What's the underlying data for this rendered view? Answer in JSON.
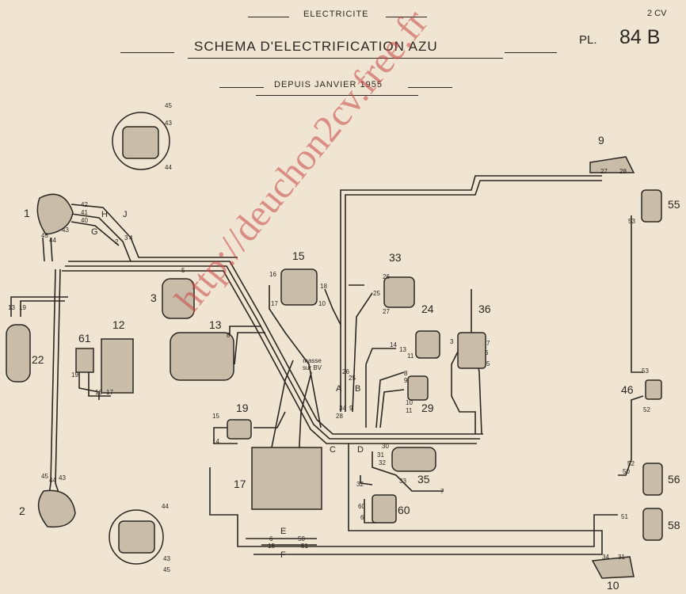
{
  "header": {
    "section": "ELECTRICITE",
    "title": "SCHEMA D'ELECTRIFICATION AZU",
    "subtitle": "DEPUIS JANVIER 1955",
    "model": "2 CV",
    "plate_prefix": "PL.",
    "plate_number": "84 B"
  },
  "components": [
    "1",
    "2",
    "3",
    "9",
    "10",
    "12",
    "13",
    "15",
    "17",
    "19",
    "22",
    "24",
    "29",
    "33",
    "35",
    "36",
    "46",
    "55",
    "56",
    "58",
    "60",
    "61"
  ],
  "connectors": [
    "A",
    "B",
    "C",
    "D",
    "E",
    "F",
    "G",
    "H",
    "J"
  ],
  "masse_label": "masse\nsur BV",
  "wire_numbers": {
    "n40": "40",
    "n41": "41",
    "n42": "42",
    "n43": "43",
    "n44": "44",
    "n45": "45",
    "n2": "2",
    "n3": "3",
    "n4": "4",
    "n5": "5",
    "n6": "6",
    "n7": "7",
    "n8": "8",
    "n9": "9",
    "n10": "10",
    "n11": "11",
    "n13": "13",
    "n14": "14",
    "n15": "15",
    "n16": "16",
    "n17": "17",
    "n18": "18",
    "n19": "19",
    "n25": "25",
    "n26": "26",
    "n27": "27",
    "n28": "28",
    "n30": "30",
    "n31": "31",
    "n32": "32",
    "n33": "33",
    "n34": "34",
    "n50": "50",
    "n51": "51",
    "n52": "52",
    "n53": "53",
    "n60": "60"
  },
  "watermark": "http://deuchon2cv.free.fr",
  "colors": {
    "paper": "#efe5d2",
    "ink": "#2b2620",
    "watermark": "#c84646"
  }
}
